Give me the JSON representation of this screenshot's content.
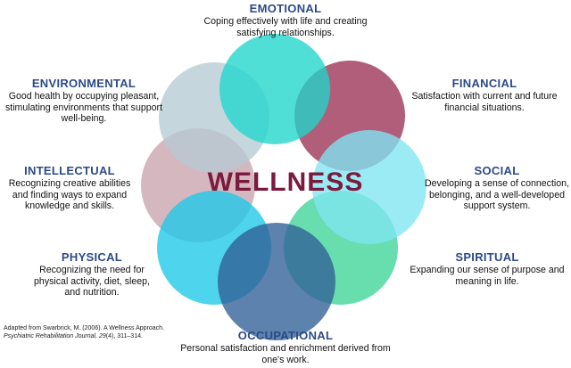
{
  "center_title": "WELLNESS",
  "dimensions": [
    {
      "key": "emotional",
      "title": "EMOTIONAL",
      "description": "Coping effectively with life and creating satisfying relationships.",
      "color": "#1fd6cc"
    },
    {
      "key": "financial",
      "title": "FINANCIAL",
      "description": "Satisfaction with current and future financial situations.",
      "color": "#9b3155"
    },
    {
      "key": "social",
      "title": "SOCIAL",
      "description": "Developing a sense of connection, belonging, and a well-developed support system.",
      "color": "#7fe6f2"
    },
    {
      "key": "spiritual",
      "title": "SPIRITUAL",
      "description": "Expanding our sense of purpose and meaning in life.",
      "color": "#3ed397"
    },
    {
      "key": "occupational",
      "title": "OCCUPATIONAL",
      "description": "Personal satisfaction and enrichment derived from one's work.",
      "color": "#2f5f96"
    },
    {
      "key": "physical",
      "title": "PHYSICAL",
      "description": "Recognizing the need for physical activity, diet, sleep, and nutrition.",
      "color": "#1cc9e8"
    },
    {
      "key": "intellectual",
      "title": "INTELLECTUAL",
      "description": "Recognizing creative abilities and finding ways to expand knowledge and skills.",
      "color": "#c9a3ad"
    },
    {
      "key": "environmental",
      "title": "ENVIRONMENTAL",
      "description": "Good health by occupying pleasant, stimulating environments that support well-being.",
      "color": "#b6cad4"
    }
  ],
  "citation": {
    "line1": "Adapted from Swarbrick, M. (2006). A Wellness Approach.",
    "journal": "Psychiatric Rehabilitation Journal, 29",
    "rest": "(4), 311–314."
  }
}
